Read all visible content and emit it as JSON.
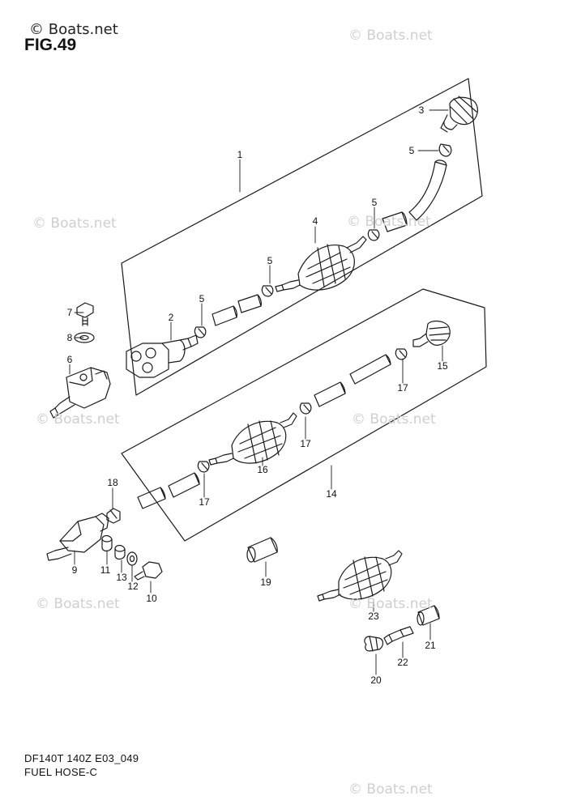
{
  "watermark": "© Boats.net",
  "figure_label": "FIG.49",
  "footer": {
    "model_code": "DF140T 140Z E03_049",
    "diagram_title": "FUEL HOSE-C"
  },
  "callouts": {
    "c1": "1",
    "c2": "2",
    "c3": "3",
    "c4": "4",
    "c5a": "5",
    "c5b": "5",
    "c5c": "5",
    "c5d": "5",
    "c6": "6",
    "c7": "7",
    "c8": "8",
    "c9": "9",
    "c10": "10",
    "c11": "11",
    "c12": "12",
    "c13": "13",
    "c14": "14",
    "c15": "15",
    "c16": "16",
    "c17a": "17",
    "c17b": "17",
    "c17c": "17",
    "c18": "18",
    "c19": "19",
    "c20": "20",
    "c21": "21",
    "c22": "22",
    "c23": "23"
  },
  "colors": {
    "line": "#1a1a1a",
    "watermark": "#cfcfcf",
    "background": "#ffffff"
  }
}
